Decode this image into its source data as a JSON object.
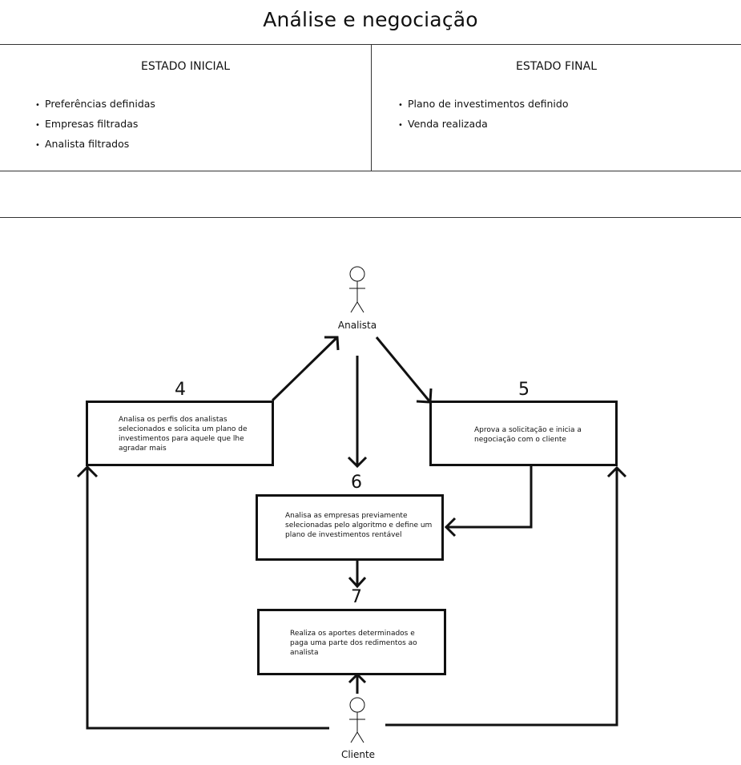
{
  "title": "Análise e negociação",
  "initial_state": {
    "heading": "ESTADO INICIAL",
    "items": [
      "Preferências definidas",
      "Empresas filtradas",
      "Analista filtrados"
    ]
  },
  "final_state": {
    "heading": "ESTADO FINAL",
    "items": [
      "Plano de investimentos definido",
      "Venda realizada"
    ]
  },
  "actors": {
    "analyst": "Analista",
    "client": "Cliente"
  },
  "steps": [
    {
      "number": "4",
      "text": "Analisa os perfis dos analistas selecionados e solicita um plano de investimentos para aquele que lhe agradar mais"
    },
    {
      "number": "5",
      "text": "Aprova a solicitação e inicia a negociação com o cliente"
    },
    {
      "number": "6",
      "text": "Analisa as empresas previamente selecionadas pelo algoritmo e define um plano de investimentos rentável"
    },
    {
      "number": "7",
      "text": "Realiza os aportes determinados e paga uma parte dos redimentos ao analista"
    }
  ],
  "colors": {
    "stroke": "#111111",
    "divider": "#333333",
    "background": "#ffffff"
  }
}
